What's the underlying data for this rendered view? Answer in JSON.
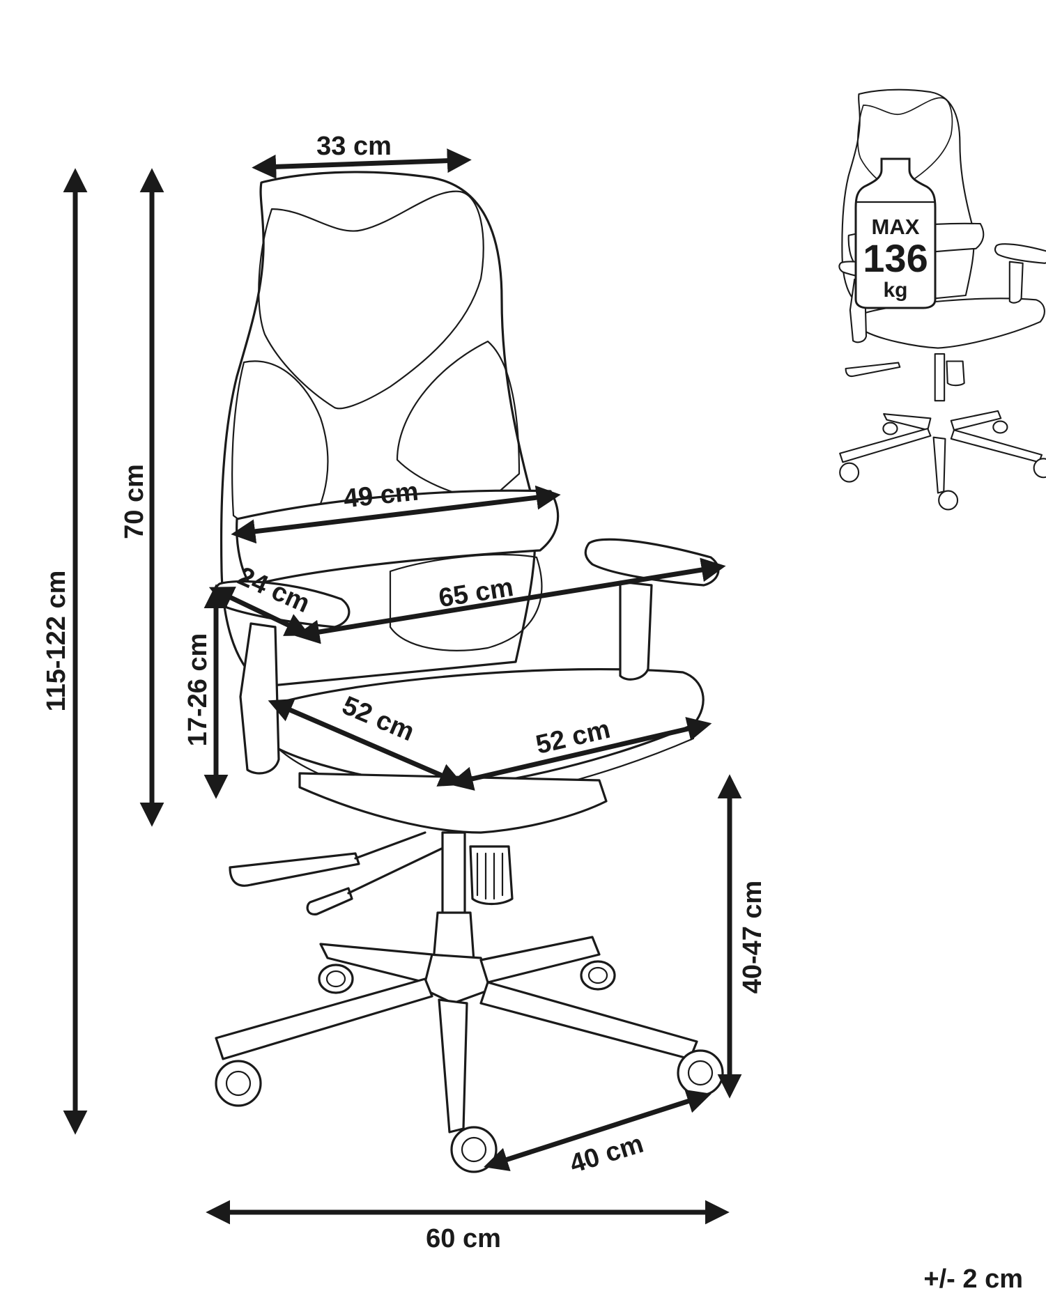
{
  "dimensions": {
    "total_height": "115-122 cm",
    "backrest_height": "70 cm",
    "armrest_height": "17-26 cm",
    "headrest_width": "33 cm",
    "backrest_width": "49 cm",
    "armrest_length": "24 cm",
    "width_between_armrests": "65 cm",
    "seat_depth": "52 cm",
    "seat_width": "52 cm",
    "seat_height": "40-47 cm",
    "caster_spacing": "40 cm",
    "base_width": "60 cm"
  },
  "tolerance": "+/- 2 cm",
  "load_badge": {
    "line1": "MAX",
    "line2": "136",
    "line3": "kg"
  }
}
